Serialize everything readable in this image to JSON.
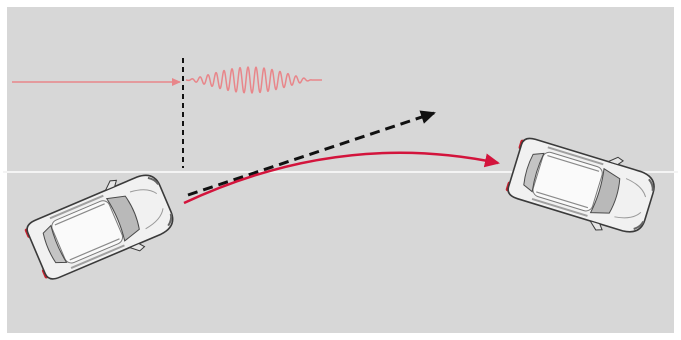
{
  "scene": {
    "background_color": "#d7d7d7",
    "frame_color": "#ffffff",
    "lane_line_color": "#f4f4f4",
    "vibration_color": "#e8868a",
    "incoming_arrow_color": "#e8868a",
    "path_color": "#d3143c",
    "drift_arrow_color": "#111111",
    "car_body_color": "#f1f1f1",
    "car_outline_color": "#3a3a3a",
    "car_glass_color": "#b9b9b9",
    "tail_light_color": "#c8202e"
  },
  "elements": {
    "incoming_signal": "arrow-right",
    "vibration_wave": "haptic-vibration",
    "threshold_marker": "dashed-vertical-line",
    "drift_direction": "dashed-arrow",
    "corrected_path": "curved-arrow",
    "vehicle_start": "car-top-view",
    "vehicle_end": "car-top-view"
  }
}
